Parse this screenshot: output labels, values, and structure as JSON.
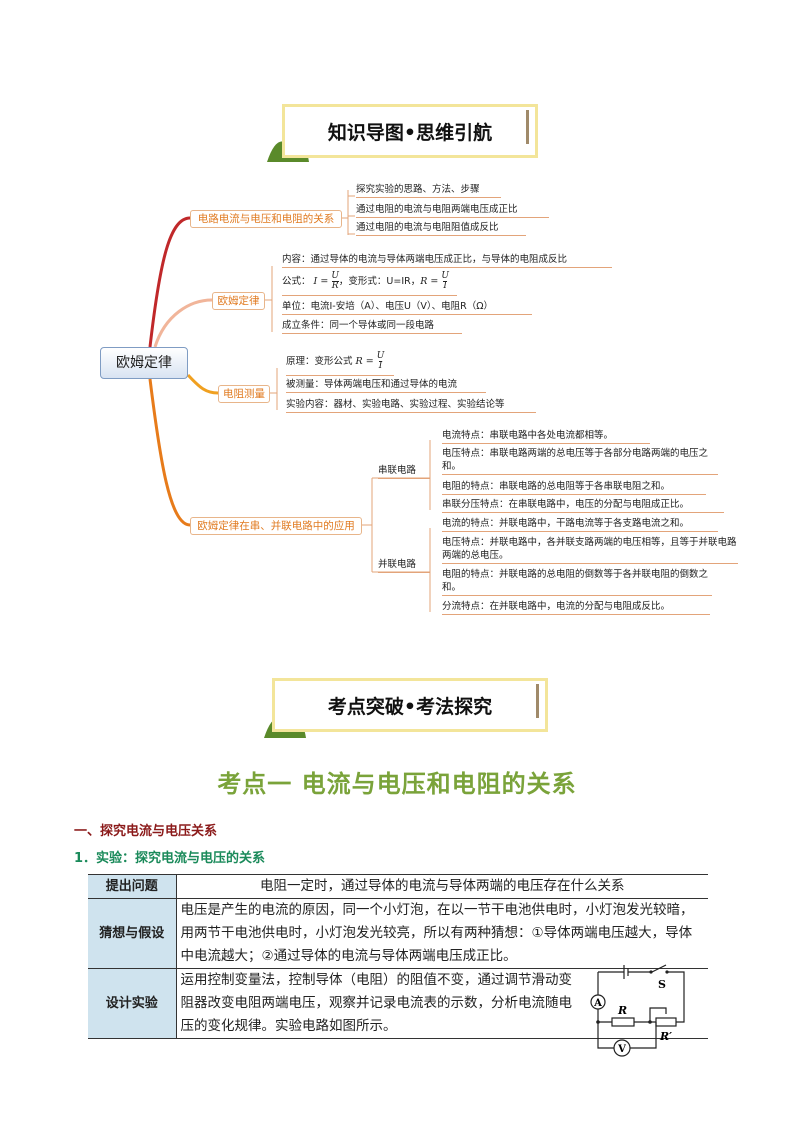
{
  "banner1": {
    "title": "知识导图•思维引航"
  },
  "banner2": {
    "title": "考点突破•考法探究"
  },
  "mindmap": {
    "root": "欧姆定律",
    "branch1": {
      "label": "电路电流与电压和电阻的关系",
      "items": [
        "探究实验的思路、方法、步骤",
        "通过电阻的电流与电阻两端电压成正比",
        "通过电阻的电流与电阻阻值成反比"
      ]
    },
    "branch2": {
      "label": "欧姆定律",
      "content": "内容：通过导体的电流与导体两端电压成正比，与导体的电阻成反比",
      "formula_prefix": "公式：",
      "formula_mid": "，变形式：U=IR，",
      "unit": "单位：电流I-安培（A）、电压U（V）、电阻R（Ω）",
      "condition": "成立条件：同一个导体或同一段电路"
    },
    "branch3": {
      "label": "电阻测量",
      "principle": "原理：变形公式",
      "measured": "被测量：导体两端电压和通过导体的电流",
      "content": "实验内容：器材、实验电路、实验过程、实验结论等"
    },
    "branch4": {
      "label": "欧姆定律在串、并联电路中的应用",
      "series": {
        "label": "串联电路",
        "items": [
          "电流特点：串联电路中各处电流都相等。",
          "电压特点：串联电路两端的总电压等于各部分电路两端的电压之和。",
          "电阻的特点：串联电路的总电阻等于各串联电阻之和。",
          "串联分压特点：在串联电路中，电压的分配与电阻成正比。"
        ]
      },
      "parallel": {
        "label": "并联电路",
        "items": [
          "电流的特点：并联电路中，干路电流等于各支路电流之和。",
          "电压特点：并联电路中，各并联支路两端的电压相等，且等于并联电路两端的总电压。",
          "电阻的特点：并联电路的总电阻的倒数等于各并联电阻的倒数之和。",
          "分流特点：在并联电路中，电流的分配与电阻成反比。"
        ]
      }
    }
  },
  "section_title": "考点一  电流与电压和电阻的关系",
  "heading1": "一、探究电流与电压关系",
  "heading2": "1．实验：探究电流与电压的关系",
  "table": {
    "rows": [
      {
        "head": "提出问题",
        "text": "电阻一定时，通过导体的电流与导体两端的电压存在什么关系"
      },
      {
        "head": "猜想与假设",
        "text": "电压是产生的电流的原因，同一个小灯泡，在以一节干电池供电时，小灯泡发光较暗，用两节干电池供电时，小灯泡发光较亮，所以有两种猜想：①导体两端电压越大，导体中电流越大；②通过导体的电流与导体两端电压成正比。"
      },
      {
        "head": "设计实验",
        "text": "运用控制变量法，控制导体（电阻）的阻值不变，通过调节滑动变阻器改变电阻两端电压，观察并记录电流表的示数，分析电流随电压的变化规律。实验电路如图所示。"
      }
    ]
  },
  "circuit": {
    "switch": "S",
    "ammeter": "A",
    "voltmeter": "V",
    "resistor": "R",
    "rheostat": "R′"
  },
  "colors": {
    "banner_border": "#f3e59a",
    "hill": "#5a8a2a",
    "section_title": "#7aa33a",
    "heading1": "#8b1a1a",
    "heading2": "#1a8a5a",
    "table_head": "#cfe3ee"
  }
}
